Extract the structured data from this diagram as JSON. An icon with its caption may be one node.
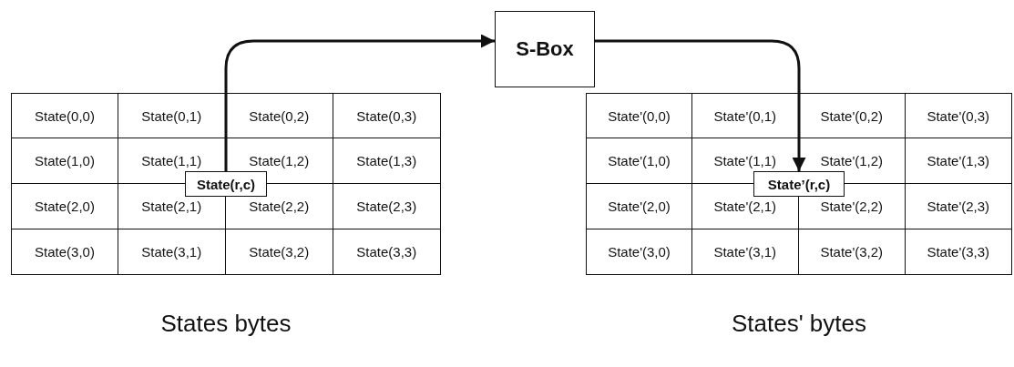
{
  "diagram": {
    "nodes": [
      {
        "text": [
          "State(r,c)"
        ]
      },
      {
        "text": [
          "S-Box"
        ]
      },
      {
        "text": [
          "State’(r,c)"
        ]
      }
    ],
    "edges": [
      {
        "from": 0,
        "to": 1,
        "arrow": "to"
      },
      {
        "from": 1,
        "to": 2,
        "arrow": "to"
      }
    ],
    "labels": [
      "State(0,0)",
      "State(0,1)",
      "State(0,2)",
      "State(0,3)",
      "State(1,0)",
      "State(1,1)",
      "State(1,2)",
      "State(1,3)",
      "State(2,0)",
      "State(2,1)",
      "State(2,2)",
      "State(2,3)",
      "State(3,0)",
      "State(3,1)",
      "State(3,2)",
      "State(3,3)",
      "State'(0,0)",
      "State'(0,1)",
      "State'(0,2)",
      "State'(0,3)",
      "State'(1,0)",
      "State'(1,1)",
      "State'(1,2)",
      "State'(1,3)",
      "State'(2,0)",
      "State'(2,1)",
      "State'(2,2)",
      "State'(2,3)",
      "State'(3,0)",
      "State'(3,1)",
      "State'(3,2)",
      "State'(3,3)",
      "States bytes",
      "States' bytes"
    ]
  }
}
